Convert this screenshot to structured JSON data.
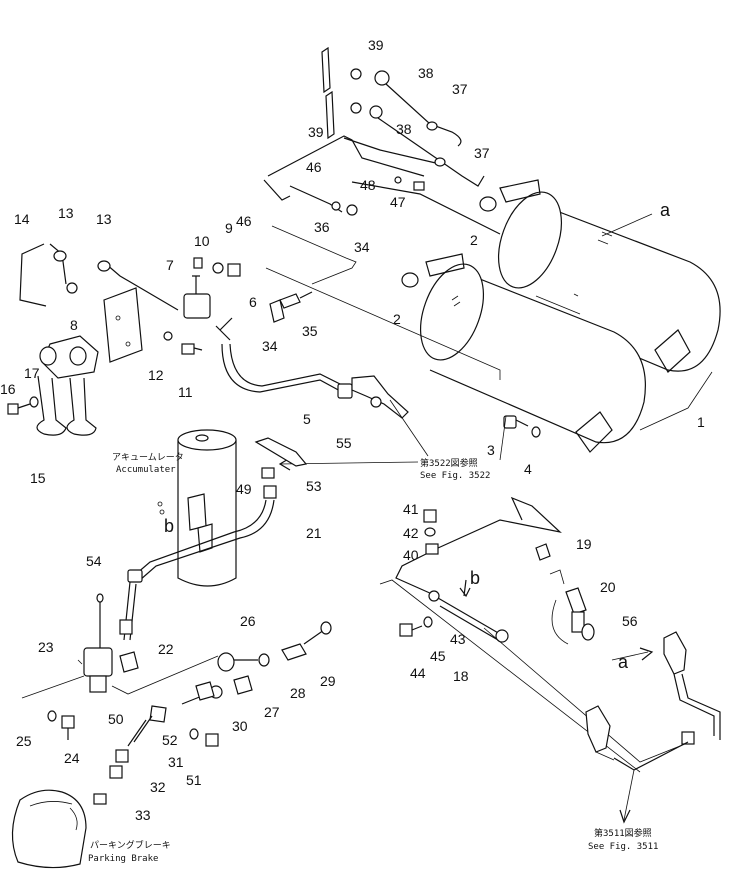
{
  "labels": {
    "p1": "1",
    "p2a": "2",
    "p2b": "2",
    "p3": "3",
    "p4": "4",
    "p5": "5",
    "p6": "6",
    "p7": "7",
    "p8": "8",
    "p9": "9",
    "p10": "10",
    "p11": "11",
    "p12": "12",
    "p13a": "13",
    "p13b": "13",
    "p14": "14",
    "p15": "15",
    "p16": "16",
    "p17": "17",
    "p18": "18",
    "p19": "19",
    "p20": "20",
    "p21": "21",
    "p22": "22",
    "p23": "23",
    "p24": "24",
    "p25": "25",
    "p26": "26",
    "p27": "27",
    "p28": "28",
    "p29": "29",
    "p30": "30",
    "p31": "31",
    "p32": "32",
    "p33": "33",
    "p34a": "34",
    "p34b": "34",
    "p35": "35",
    "p36": "36",
    "p37a": "37",
    "p37b": "37",
    "p38a": "38",
    "p38b": "38",
    "p39a": "39",
    "p39b": "39",
    "p40": "40",
    "p41": "41",
    "p42": "42",
    "p43": "43",
    "p44": "44",
    "p45": "45",
    "p46a": "46",
    "p46b": "46",
    "p47": "47",
    "p48": "48",
    "p49": "49",
    "p50": "50",
    "p51": "51",
    "p52": "52",
    "p53": "53",
    "p54": "54",
    "p55": "55",
    "p56": "56"
  },
  "letters": {
    "a_tank": "a",
    "a_hose": "a",
    "b_acc": "b",
    "b_line": "b"
  },
  "notes": {
    "accumulator_jp": "アキュームレータ",
    "accumulator_en": "Accumulater",
    "see3522_jp": "第3522図参照",
    "see3522_en": "See Fig. 3522",
    "see3511_jp": "第3511図参照",
    "see3511_en": "See Fig. 3511",
    "parking_jp": "パーキングブレーキ",
    "parking_en": "Parking Brake"
  }
}
